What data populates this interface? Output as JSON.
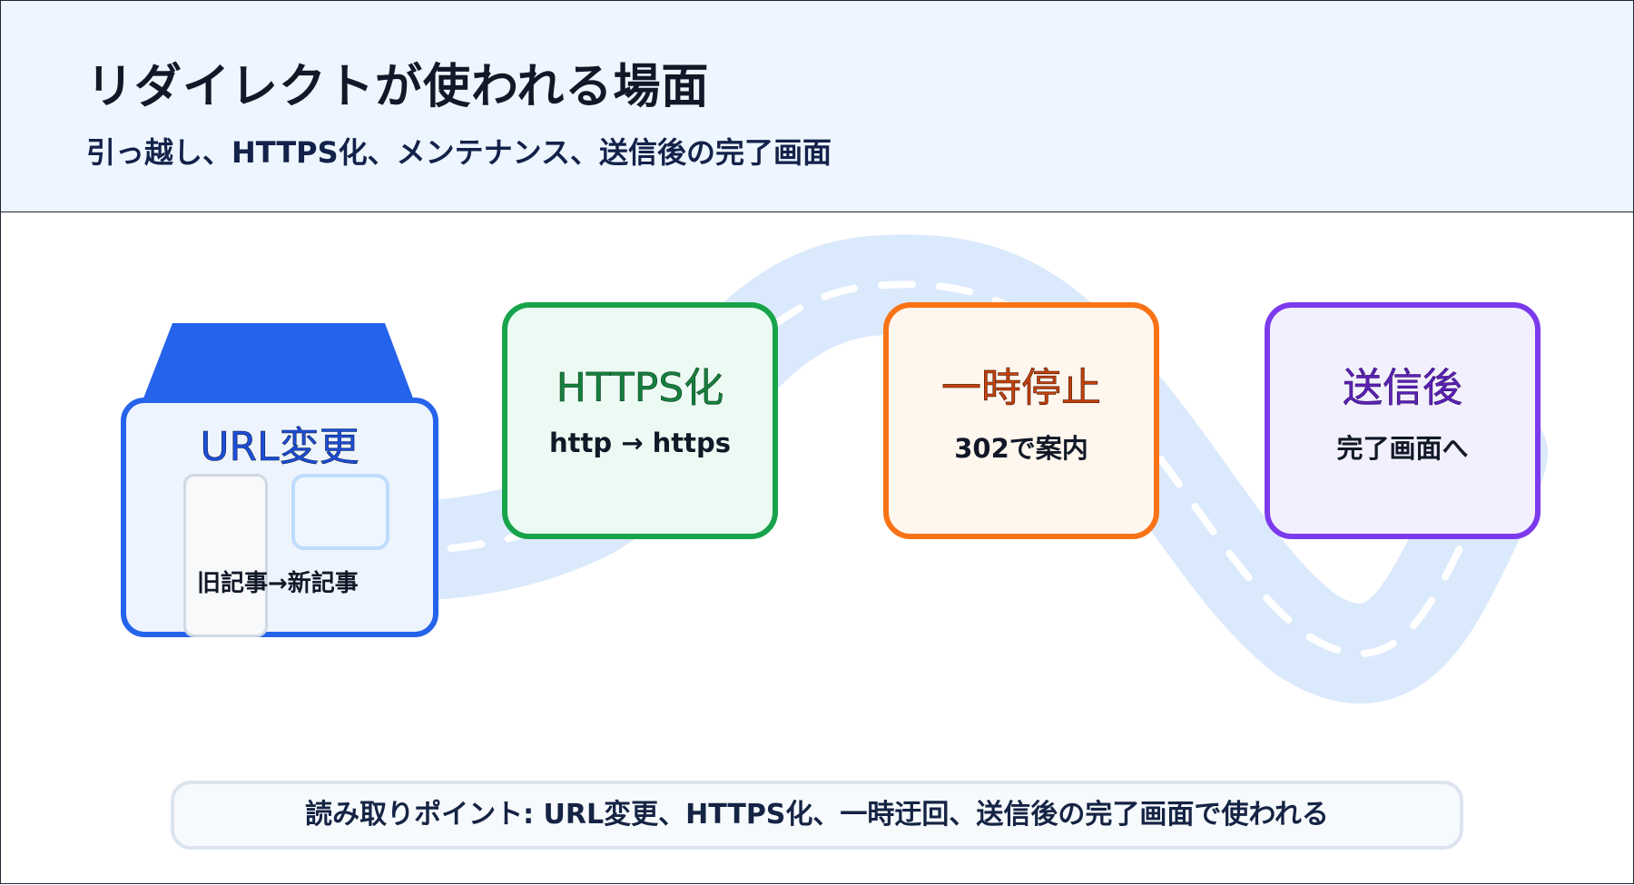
{
  "header": {
    "title": "リダイレクトが使われる場面",
    "subtitle": "引っ越し、HTTPS化、メンテナンス、送信後の完了画面"
  },
  "scenes": {
    "url_change": {
      "title": "URL変更",
      "caption": "旧記事→新記事"
    },
    "https": {
      "title": "HTTPS化",
      "caption": "http → https"
    },
    "pause": {
      "title": "一時停止",
      "caption": "302で案内"
    },
    "after_submit": {
      "title": "送信後",
      "caption": "完了画面へ"
    }
  },
  "note": {
    "text": "読み取りポイント: URL変更、HTTPS化、一時迂回、送信後の完了画面で使われる"
  },
  "colors": {
    "header_bg": "#edf5fe",
    "road": "#dbe9fc",
    "url_blue": "#2563eb",
    "https_green": "#17a34a",
    "pause_orange": "#f97316",
    "after_purple": "#7c3aed"
  }
}
